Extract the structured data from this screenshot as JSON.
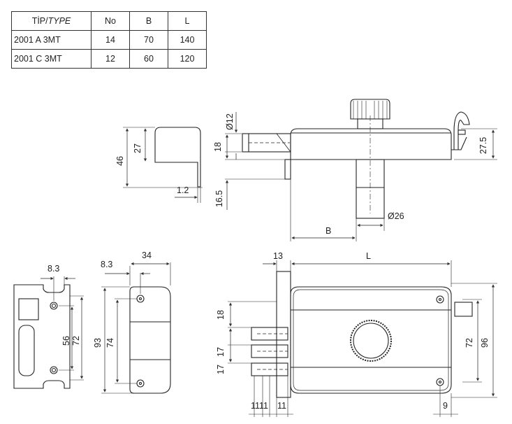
{
  "table": {
    "headers": {
      "tip": "TİP/",
      "type": "TYPE",
      "no": "No",
      "b": "B",
      "l": "L"
    },
    "rows": [
      {
        "type": "2001 A 3MT",
        "no": "14",
        "b": "70",
        "l": "140"
      },
      {
        "type": "2001 C 3MT",
        "no": "12",
        "b": "60",
        "l": "120"
      }
    ]
  },
  "dims": {
    "keeper_height": "46",
    "keeper_inner": "27",
    "keeper_thickness": "1.2",
    "bolt_diameter": "Ø12",
    "bolt_offset": "18",
    "bolt_bottom": "16.5",
    "cylinder_diameter": "Ø26",
    "b": "B",
    "case_height_side": "27.5",
    "plate_offset": "8.3",
    "plate_holes": "56",
    "plate_height": "72",
    "cover_offset": "8.3",
    "cover_width": "34",
    "cover_height": "93",
    "cover_holes": "74",
    "front_13": "13",
    "front_l": "L",
    "front_18": "18",
    "front_17a": "17",
    "front_17b": "17",
    "front_72": "72",
    "front_96": "96",
    "bottom_11a": "11",
    "bottom_11b": "11",
    "bottom_11c": "11",
    "bottom_9": "9"
  },
  "colors": {
    "line": "#222222",
    "dim": "#333333"
  }
}
